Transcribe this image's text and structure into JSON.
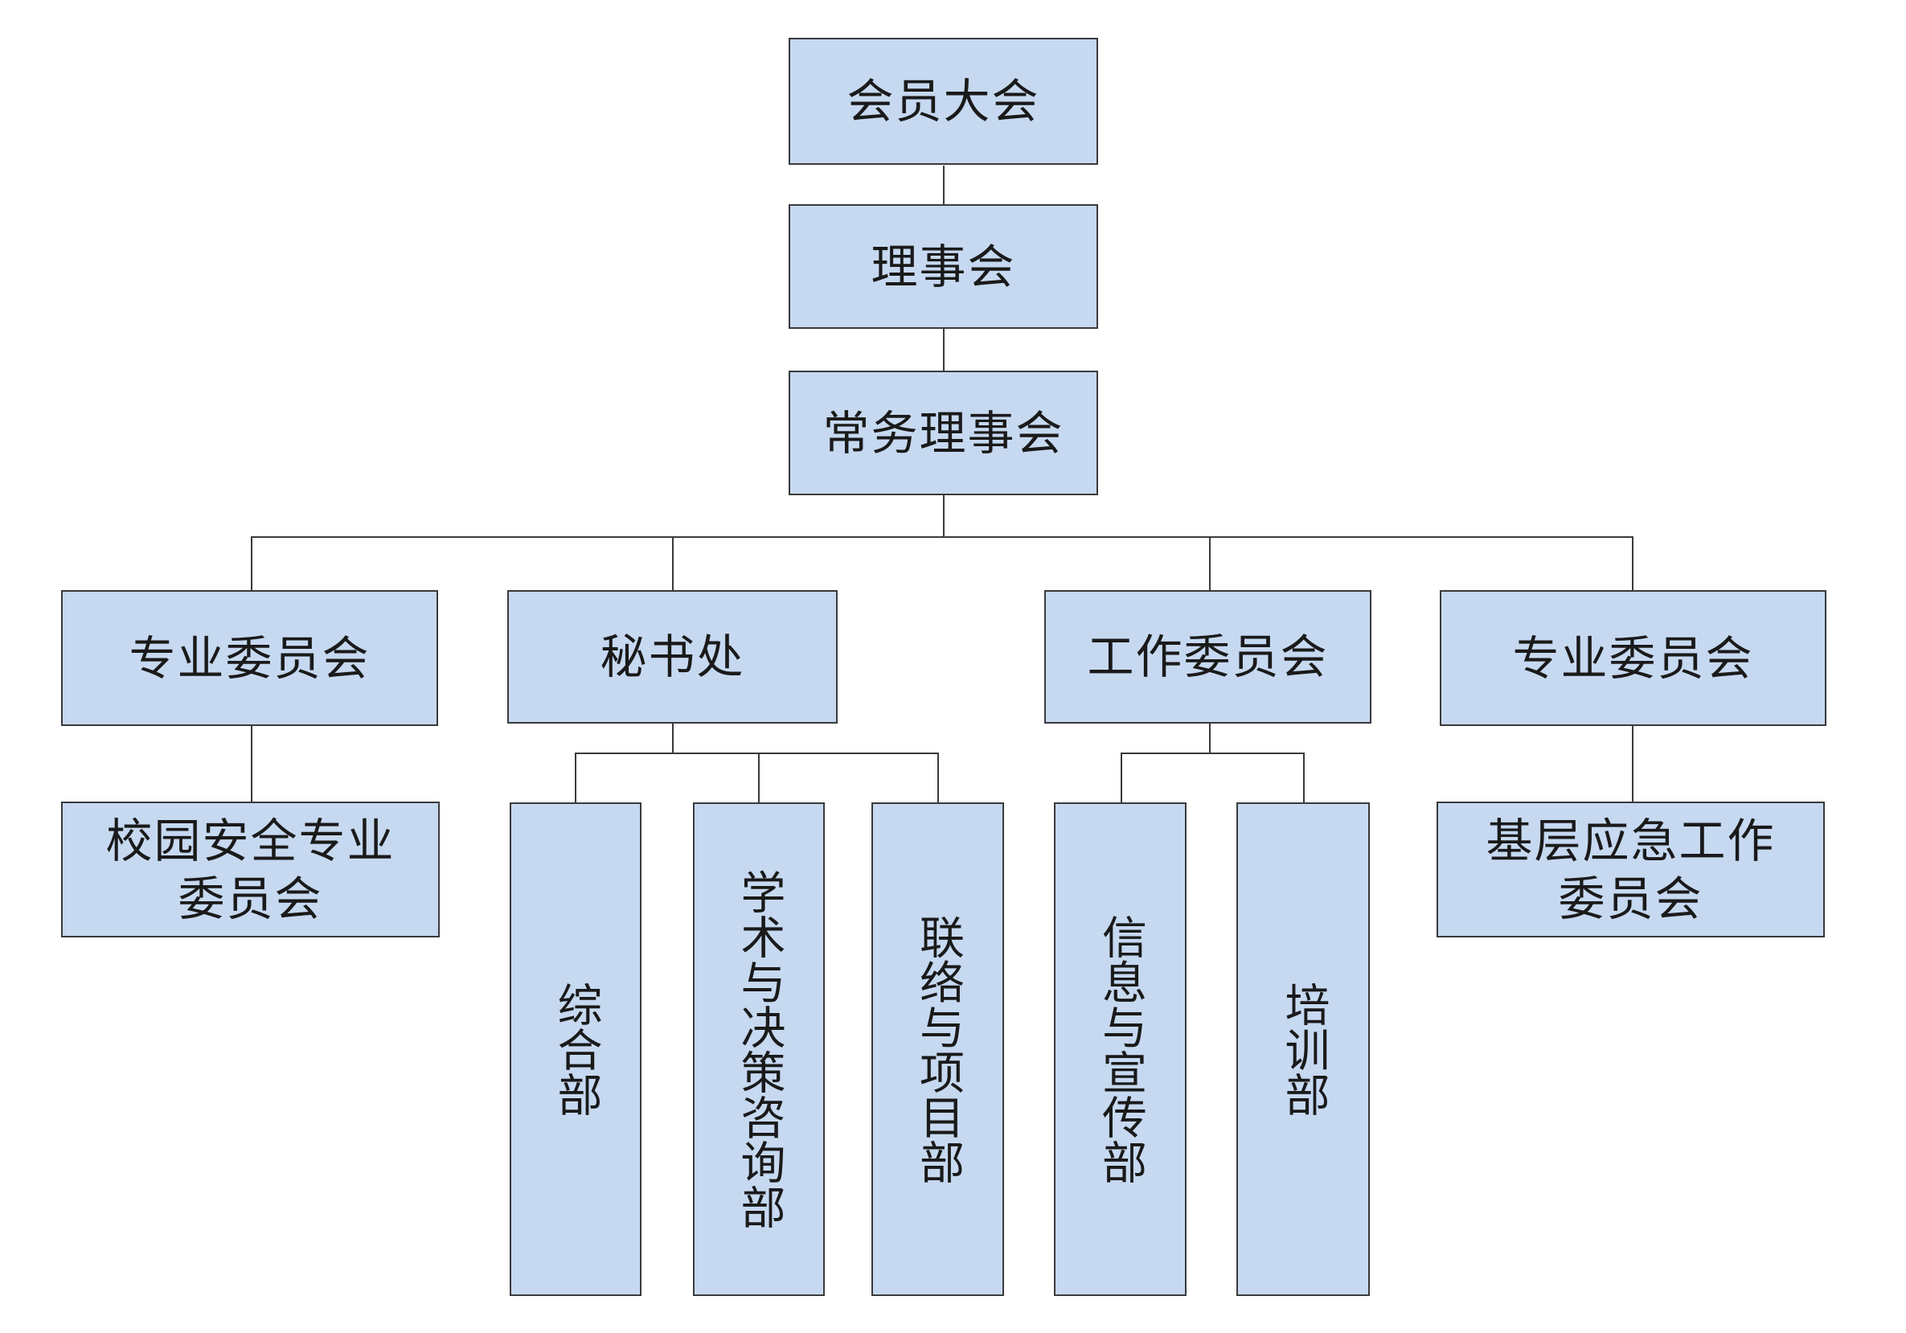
{
  "nodes": {
    "general_assembly": "会员大会",
    "council": "理事会",
    "standing_council": "常务理事会",
    "prof_committee_left": "专业委员会",
    "secretariat": "秘书处",
    "work_committee": "工作委员会",
    "prof_committee_right": "专业委员会",
    "campus_safety_committee": "校园安全专业委员会",
    "general_dept": "综合部",
    "academic_dept": "学术与决策咨询部",
    "liaison_dept": "联络与项目部",
    "info_publicity_dept": "信息与宣传部",
    "training_dept": "培训部",
    "grassroots_emergency_committee": "基层应急工作委员会"
  },
  "colors": {
    "box_fill": "#c6d9f1",
    "box_border": "#3a3a3a",
    "connector": "#3a3a3a"
  }
}
